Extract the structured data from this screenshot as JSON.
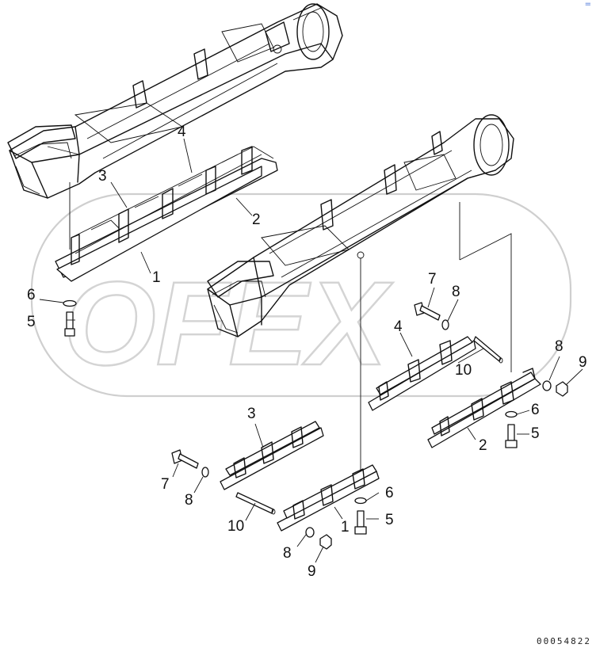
{
  "drawing_code": "00054822",
  "corner_mark": "=",
  "watermark_text": "OFEX",
  "callouts": [
    {
      "id": "c1a",
      "label": "1"
    },
    {
      "id": "c2a",
      "label": "2"
    },
    {
      "id": "c3a",
      "label": "3"
    },
    {
      "id": "c4a",
      "label": "4"
    },
    {
      "id": "c5a",
      "label": "5"
    },
    {
      "id": "c6a",
      "label": "6"
    },
    {
      "id": "c7b",
      "label": "7"
    },
    {
      "id": "c8b",
      "label": "8"
    },
    {
      "id": "c4b",
      "label": "4"
    },
    {
      "id": "c10b",
      "label": "10"
    },
    {
      "id": "c8c",
      "label": "8"
    },
    {
      "id": "c9c",
      "label": "9"
    },
    {
      "id": "c6c",
      "label": "6"
    },
    {
      "id": "c5c",
      "label": "5"
    },
    {
      "id": "c2c",
      "label": "2"
    },
    {
      "id": "c3d",
      "label": "3"
    },
    {
      "id": "c7d",
      "label": "7"
    },
    {
      "id": "c8d",
      "label": "8"
    },
    {
      "id": "c10d",
      "label": "10"
    },
    {
      "id": "c6d",
      "label": "6"
    },
    {
      "id": "c5d",
      "label": "5"
    },
    {
      "id": "c1d",
      "label": "1"
    },
    {
      "id": "c8e",
      "label": "8"
    },
    {
      "id": "c9e",
      "label": "9"
    }
  ]
}
